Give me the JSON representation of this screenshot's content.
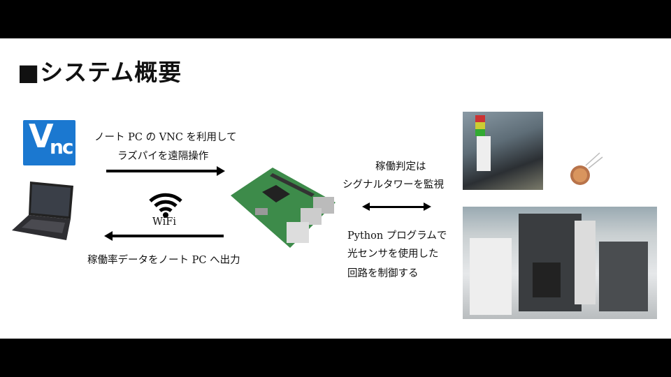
{
  "title": "■システム概要",
  "vnc_logo": {
    "top": "V",
    "bottom": "nc"
  },
  "left_text": {
    "line1": "ノート PC の VNC を利用して",
    "line2": "ラズパイを遠隔操作",
    "wifi_label": "WiFi",
    "output_line": "稼働率データをノート PC へ出力"
  },
  "right_text": {
    "line1": "稼働判定は",
    "line2": "シグナルタワーを監視",
    "line3": "Python プログラムで",
    "line4": "光センサを使用した",
    "line5": "回路を制御する"
  },
  "colors": {
    "vnc_blue": "#1b78d0",
    "pi_green": "#3d8b4a"
  }
}
